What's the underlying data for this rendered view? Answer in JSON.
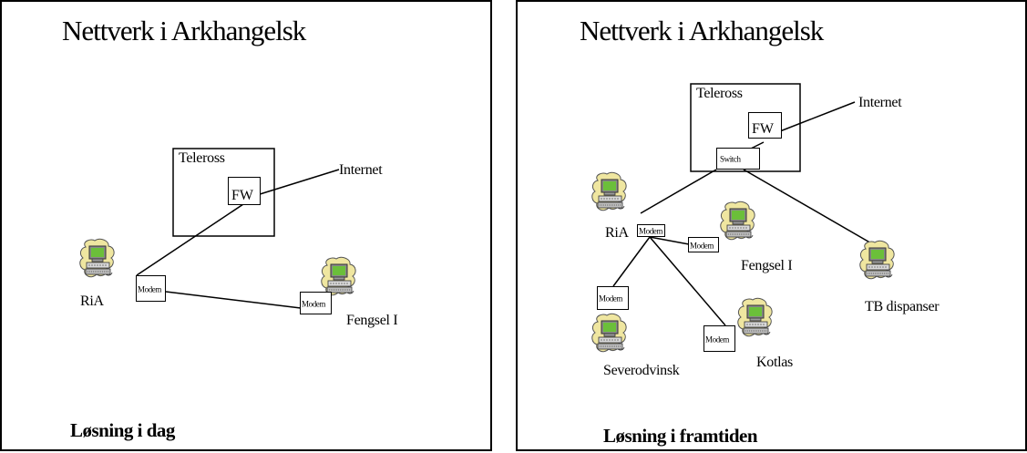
{
  "left_panel": {
    "title": "Nettverk i Arkhangelsk",
    "footer": "Løsning i dag",
    "teleross": "Teleross",
    "fw": "FW",
    "internet": "Internet",
    "ria": "RiA",
    "modem_1": "Modem",
    "modem_2": "Modem",
    "fengsel": "Fengsel I"
  },
  "right_panel": {
    "title": "Nettverk i Arkhangelsk",
    "footer": "Løsning i framtiden",
    "teleross": "Teleross",
    "fw": "FW",
    "switch": "Switch",
    "internet": "Internet",
    "ria": "RiA",
    "modem_ria": "Modem",
    "modem_fengsel": "Modem",
    "modem_severodvinsk": "Modem",
    "modem_kotlas": "Modem",
    "fengsel": "Fengsel I",
    "tb": "TB dispanser",
    "severodvinsk": "Severodvinsk",
    "kotlas": "Kotlas"
  },
  "icons": {
    "computer": "computer-icon"
  }
}
